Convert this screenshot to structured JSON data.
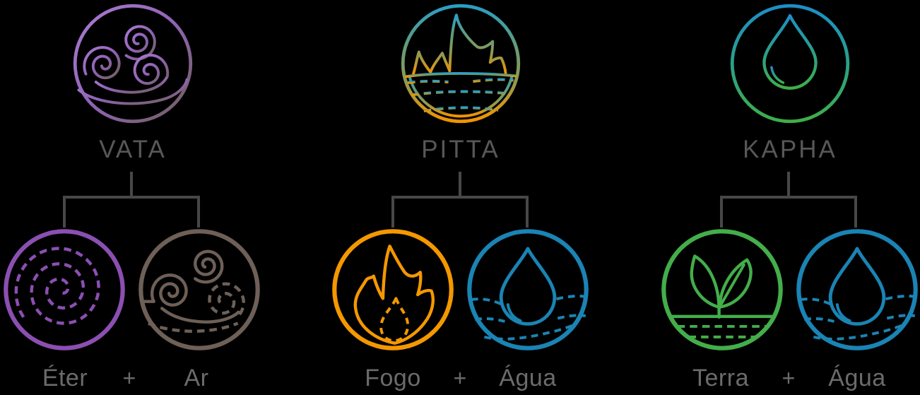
{
  "colors": {
    "background": "#000000",
    "connector_line": "#474747",
    "dosha_label": "#57575a",
    "element_label": "#6b6b6b",
    "ether_purple": "#8b4fb2",
    "air_brown": "#6e6057",
    "fire_orange": "#f49800",
    "water_blue": "#1a84b4",
    "earth_green": "#43ae4a",
    "vata_gradient": [
      "#aa7bd3",
      "#8f63b5",
      "#6e6057"
    ],
    "pitta_gradient": [
      "#2b9ec4",
      "#5f9c7c",
      "#93994d",
      "#f29400"
    ],
    "kapha_gradient": [
      "#1d8ec7",
      "#2aa089",
      "#3fae49"
    ]
  },
  "groups": [
    {
      "dosha": "VATA",
      "top_icon": "wind-swirls-icon",
      "plus": "+",
      "elements": [
        {
          "name": "Éter",
          "icon": "dashed-spiral-icon"
        },
        {
          "name": "Ar",
          "icon": "wind-swirls-icon"
        }
      ]
    },
    {
      "dosha": "PITTA",
      "top_icon": "flame-over-water-icon",
      "plus": "+",
      "elements": [
        {
          "name": "Fogo",
          "icon": "flame-icon"
        },
        {
          "name": "Água",
          "icon": "water-drop-waves-icon"
        }
      ]
    },
    {
      "dosha": "KAPHA",
      "top_icon": "drop-over-earth-icon",
      "plus": "+",
      "elements": [
        {
          "name": "Terra",
          "icon": "sprout-icon"
        },
        {
          "name": "Água",
          "icon": "water-drop-waves-icon"
        }
      ]
    }
  ]
}
